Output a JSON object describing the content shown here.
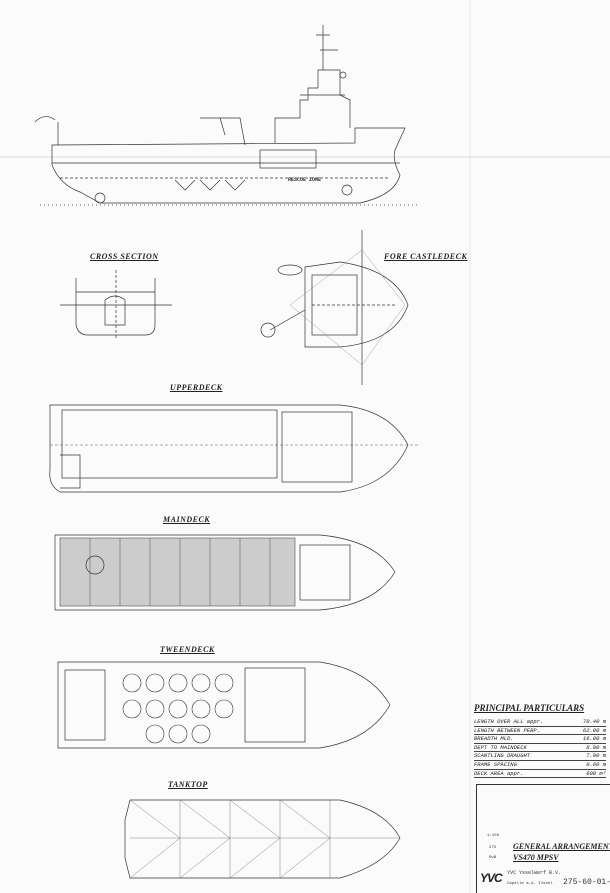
{
  "views": {
    "cross_section": "CROSS SECTION",
    "fore_castledeck": "FORE CASTLEDECK",
    "upperdeck": "UPPERDECK",
    "maindeck": "MAINDECK",
    "tweendeck": "TWEENDECK",
    "tanktop": "TANKTOP"
  },
  "profile": {
    "rescue_zone": "RESCUE ZONE"
  },
  "principal_particulars": {
    "title": "PRINCIPAL PARTICULARS",
    "rows": [
      {
        "label": "LENGTH OVER ALL   appr.",
        "value": "70.40 m"
      },
      {
        "label": "LENGTH BETWEEN PERP.",
        "value": "62.00 m"
      },
      {
        "label": "BREADTH  MLD.",
        "value": "16.00 m"
      },
      {
        "label": "DEPT TO MAINDECK",
        "value": "8.00 m"
      },
      {
        "label": "SCANTLING DRAUGHT",
        "value": "7.00 m"
      },
      {
        "label": "FRAME SPACING",
        "value": "0.60 m"
      },
      {
        "label": "DECK AREA   appr.",
        "value": "600 m²"
      }
    ]
  },
  "title_block": {
    "drawing_title": "GENERAL ARRANGEMENT",
    "vessel": "VS470 MPSV",
    "company": "YVC Ysselwerf B.V.",
    "location": "Capelle a.d. IJssel",
    "drawing_no": "275-60-01-",
    "scale": "1:150",
    "yard_no": "275",
    "drawn_by": "RvB",
    "logo": "YVC"
  }
}
